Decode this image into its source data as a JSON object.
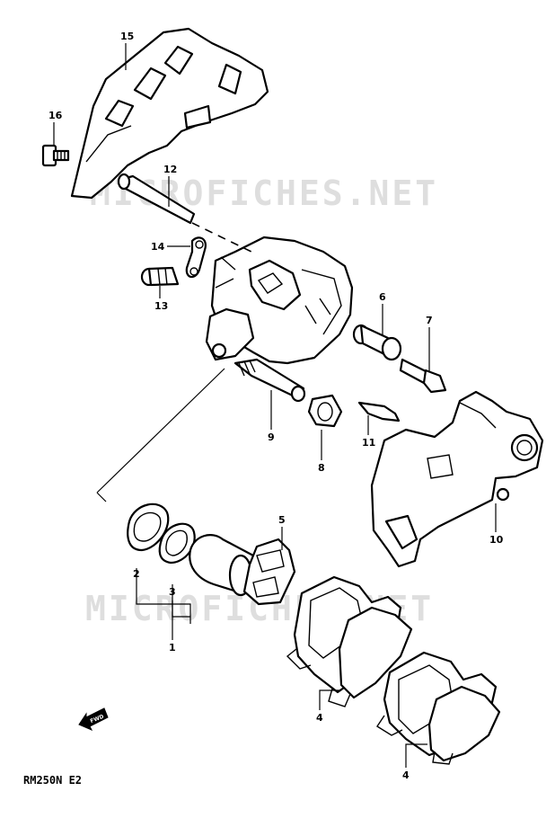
{
  "watermark": "MICROFICHES.NET",
  "caption": "RM250N E2",
  "forward_label": "FWD",
  "callouts": [
    {
      "id": "1",
      "name": "callout-1"
    },
    {
      "id": "2",
      "name": "callout-2"
    },
    {
      "id": "3",
      "name": "callout-3"
    },
    {
      "id": "4",
      "name": "callout-4-upper"
    },
    {
      "id": "4",
      "name": "callout-4-lower"
    },
    {
      "id": "5",
      "name": "callout-5"
    },
    {
      "id": "6",
      "name": "callout-6"
    },
    {
      "id": "7",
      "name": "callout-7"
    },
    {
      "id": "8",
      "name": "callout-8"
    },
    {
      "id": "9",
      "name": "callout-9"
    },
    {
      "id": "10",
      "name": "callout-10"
    },
    {
      "id": "11",
      "name": "callout-11"
    },
    {
      "id": "12",
      "name": "callout-12"
    },
    {
      "id": "13",
      "name": "callout-13"
    },
    {
      "id": "14",
      "name": "callout-14"
    },
    {
      "id": "15",
      "name": "callout-15"
    },
    {
      "id": "16",
      "name": "callout-16"
    }
  ]
}
